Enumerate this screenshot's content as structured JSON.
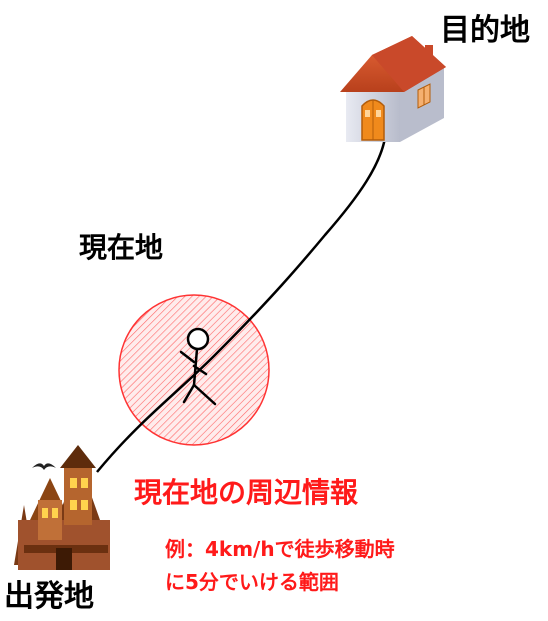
{
  "labels": {
    "destination": "目的地",
    "current_location": "現在地",
    "origin": "出発地",
    "surrounding_info": "現在地の周辺情報",
    "example_line1": "例：4km/hで徒歩移動時",
    "example_line2": "に5分でいける範囲"
  },
  "icons": {
    "destination": "house-icon",
    "origin": "haunted-mansion-icon",
    "walker": "stick-figure-icon"
  },
  "colors": {
    "route": "#000000",
    "range_fill": "#fff0f0",
    "range_stroke": "#ff3333",
    "accent_text": "#ff1a1a",
    "roof": "#d9542a",
    "door": "#f08a1c",
    "mansion": "#a0522d"
  }
}
